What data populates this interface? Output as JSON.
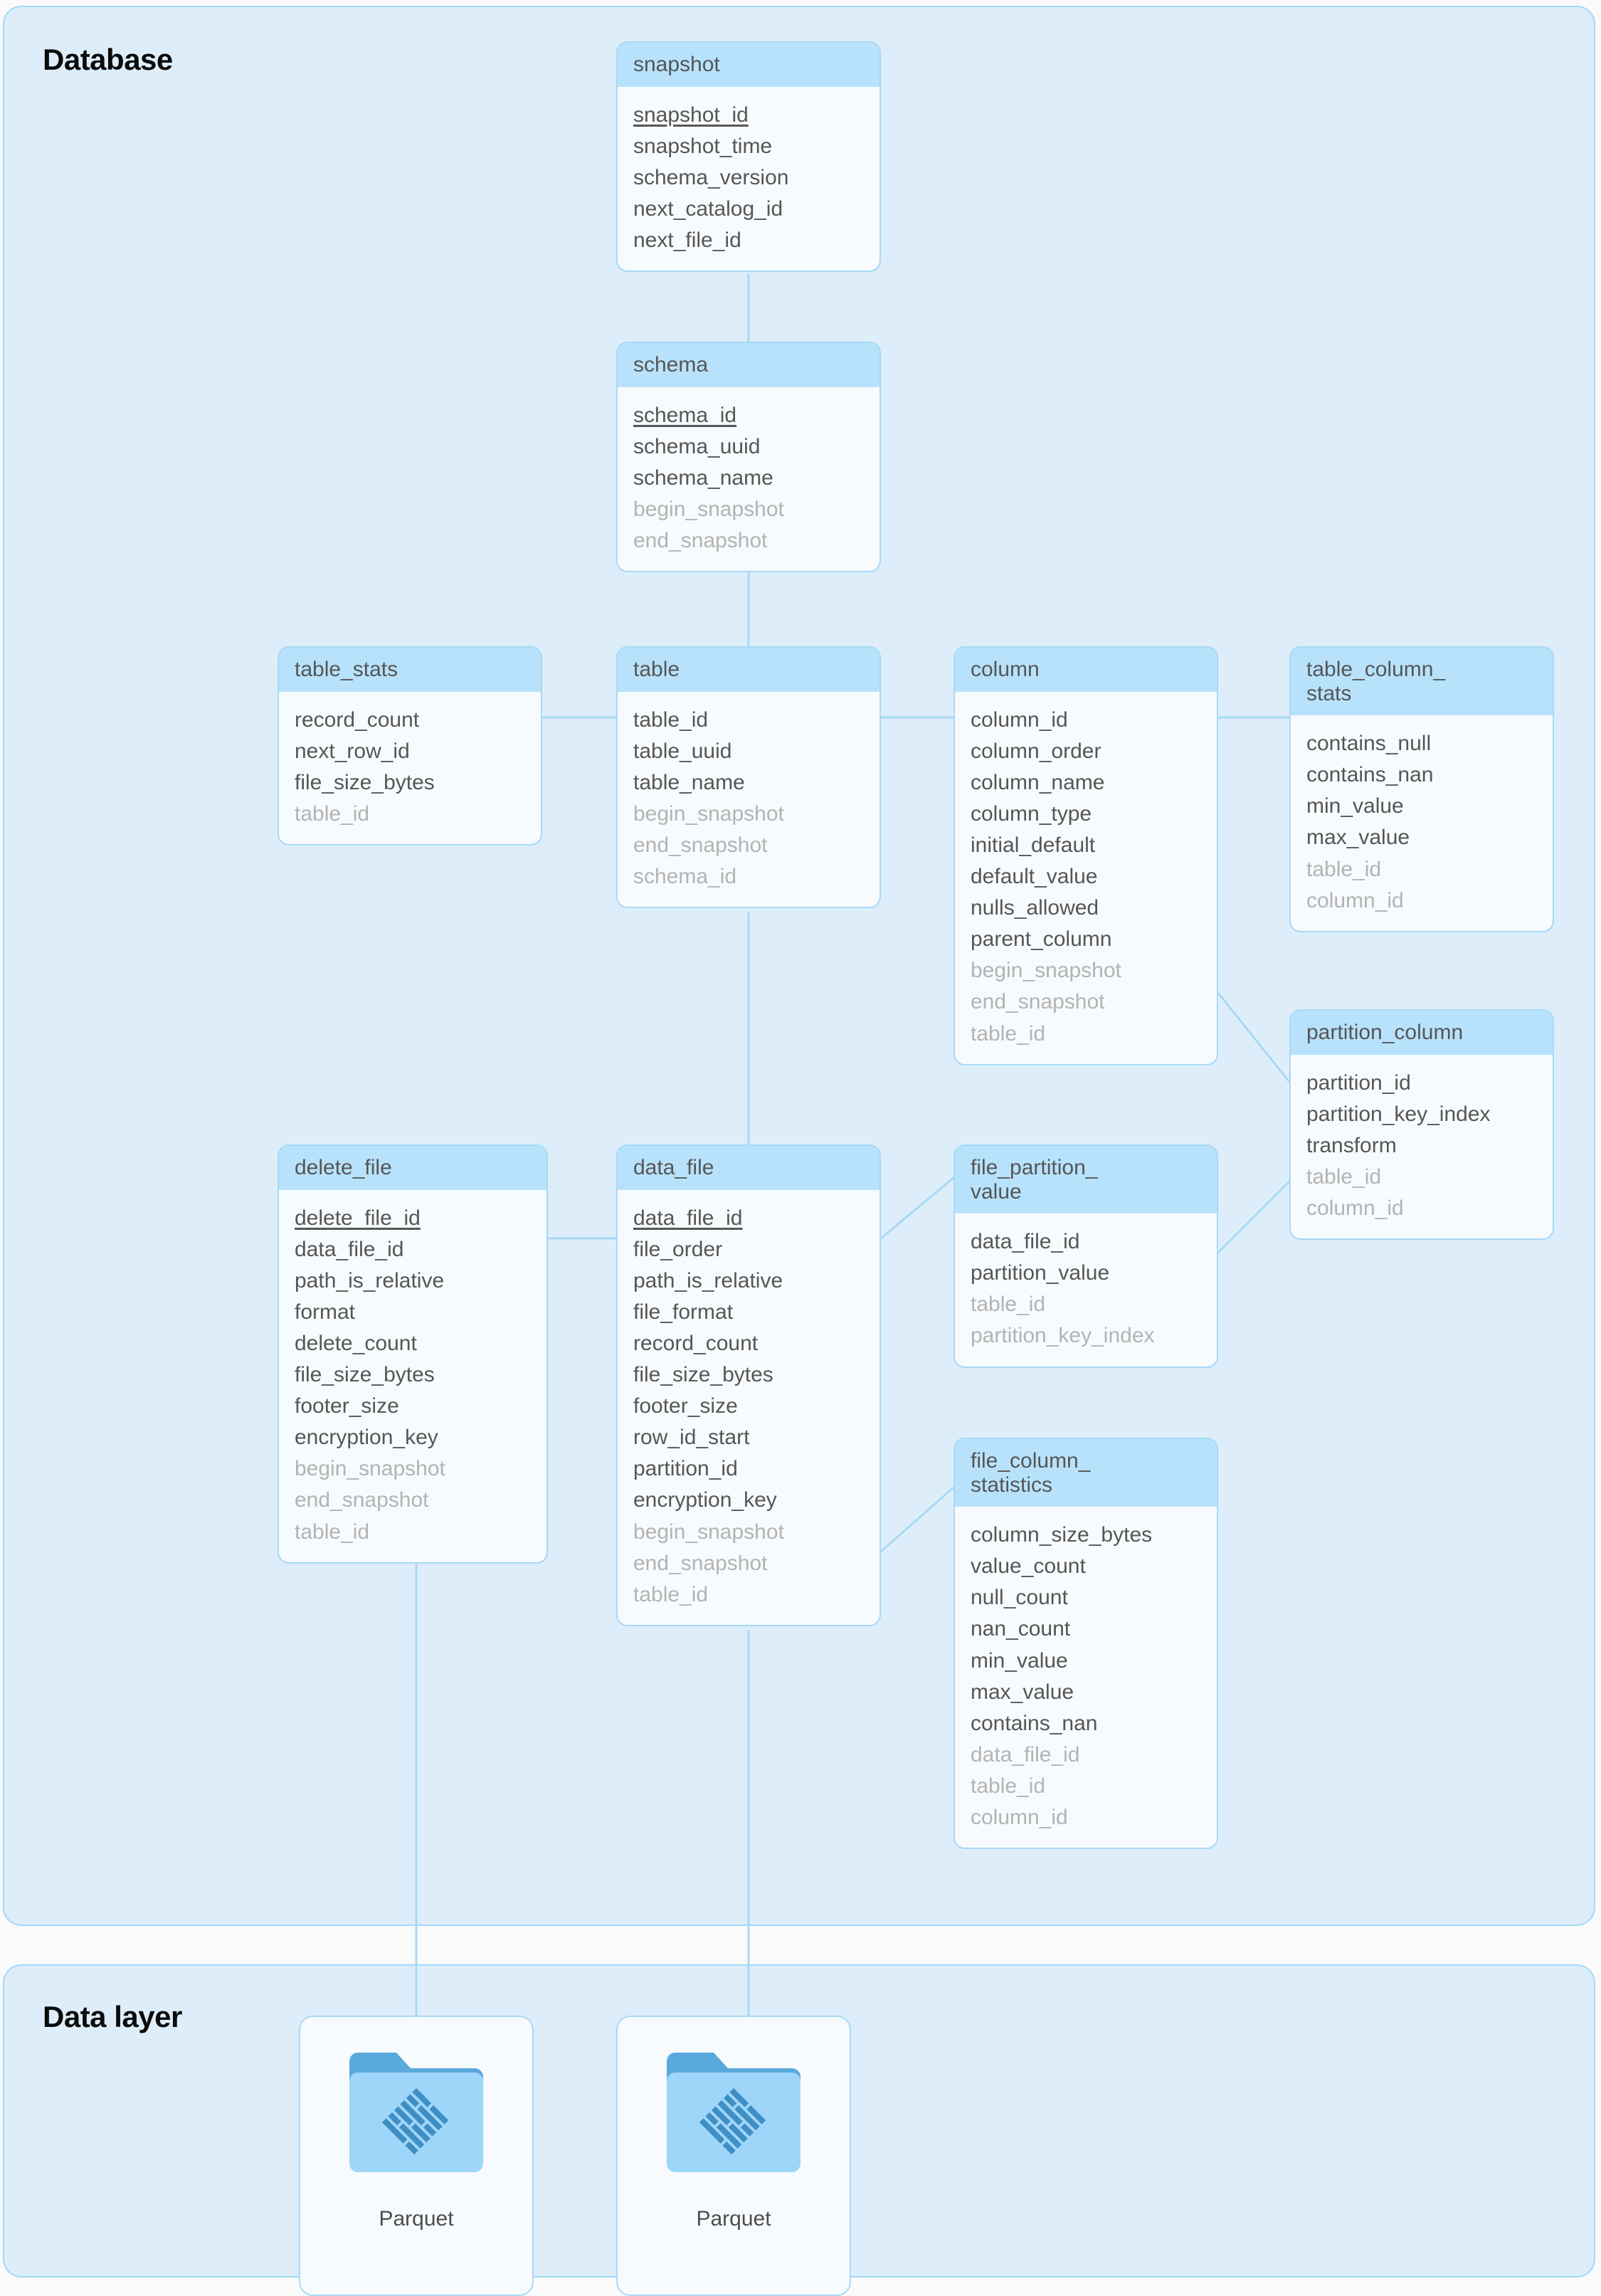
{
  "sections": {
    "database": {
      "title": "Database"
    },
    "data_layer": {
      "title": "Data layer"
    }
  },
  "colors": {
    "page_background": "#fafafa",
    "section_fill": "#ddeefa",
    "section_border": "#a3d8f7",
    "entity_header": "#b8e2fb",
    "entity_body": "#f7fbfe",
    "entity_border": "#a7d9f5",
    "connector": "#a7d9f5",
    "field_text": "#565656",
    "foreign_key_text": "#b3b3b3",
    "folder_tab": "#5aa9dc",
    "folder_body": "#9ed6fa",
    "parquet_glyph": "#3f8fc4"
  },
  "entities": [
    {
      "id": "snapshot",
      "title": "snapshot",
      "fields": [
        {
          "name": "snapshot_id",
          "kind": "pk"
        },
        {
          "name": "snapshot_time",
          "kind": "attr"
        },
        {
          "name": "schema_version",
          "kind": "attr"
        },
        {
          "name": "next_catalog_id",
          "kind": "attr"
        },
        {
          "name": "next_file_id",
          "kind": "attr"
        }
      ]
    },
    {
      "id": "schema",
      "title": "schema",
      "fields": [
        {
          "name": "schema_id",
          "kind": "pk"
        },
        {
          "name": "schema_uuid",
          "kind": "attr"
        },
        {
          "name": "schema_name",
          "kind": "attr"
        },
        {
          "name": "begin_snapshot",
          "kind": "fk"
        },
        {
          "name": "end_snapshot",
          "kind": "fk"
        }
      ]
    },
    {
      "id": "table_stats",
      "title": "table_stats",
      "fields": [
        {
          "name": "record_count",
          "kind": "attr"
        },
        {
          "name": "next_row_id",
          "kind": "attr"
        },
        {
          "name": "file_size_bytes",
          "kind": "attr"
        },
        {
          "name": "table_id",
          "kind": "fk"
        }
      ]
    },
    {
      "id": "table",
      "title": "table",
      "fields": [
        {
          "name": "table_id",
          "kind": "attr"
        },
        {
          "name": "table_uuid",
          "kind": "attr"
        },
        {
          "name": "table_name",
          "kind": "attr"
        },
        {
          "name": "begin_snapshot",
          "kind": "fk"
        },
        {
          "name": "end_snapshot",
          "kind": "fk"
        },
        {
          "name": "schema_id",
          "kind": "fk"
        }
      ]
    },
    {
      "id": "column",
      "title": "column",
      "fields": [
        {
          "name": "column_id",
          "kind": "attr"
        },
        {
          "name": "column_order",
          "kind": "attr"
        },
        {
          "name": "column_name",
          "kind": "attr"
        },
        {
          "name": "column_type",
          "kind": "attr"
        },
        {
          "name": "initial_default",
          "kind": "attr"
        },
        {
          "name": "default_value",
          "kind": "attr"
        },
        {
          "name": "nulls_allowed",
          "kind": "attr"
        },
        {
          "name": "parent_column",
          "kind": "attr"
        },
        {
          "name": "begin_snapshot",
          "kind": "fk"
        },
        {
          "name": "end_snapshot",
          "kind": "fk"
        },
        {
          "name": "table_id",
          "kind": "fk"
        }
      ]
    },
    {
      "id": "table_column_stats",
      "title": "table_column_\nstats",
      "fields": [
        {
          "name": "contains_null",
          "kind": "attr"
        },
        {
          "name": "contains_nan",
          "kind": "attr"
        },
        {
          "name": "min_value",
          "kind": "attr"
        },
        {
          "name": "max_value",
          "kind": "attr"
        },
        {
          "name": "table_id",
          "kind": "fk"
        },
        {
          "name": "column_id",
          "kind": "fk"
        }
      ]
    },
    {
      "id": "partition_column",
      "title": "partition_column",
      "fields": [
        {
          "name": "partition_id",
          "kind": "attr"
        },
        {
          "name": "partition_key_index",
          "kind": "attr"
        },
        {
          "name": "transform",
          "kind": "attr"
        },
        {
          "name": "table_id",
          "kind": "fk"
        },
        {
          "name": "column_id",
          "kind": "fk"
        }
      ]
    },
    {
      "id": "delete_file",
      "title": "delete_file",
      "fields": [
        {
          "name": "delete_file_id",
          "kind": "pk"
        },
        {
          "name": "data_file_id",
          "kind": "attr"
        },
        {
          "name": "path_is_relative",
          "kind": "attr"
        },
        {
          "name": "format",
          "kind": "attr"
        },
        {
          "name": "delete_count",
          "kind": "attr"
        },
        {
          "name": "file_size_bytes",
          "kind": "attr"
        },
        {
          "name": "footer_size",
          "kind": "attr"
        },
        {
          "name": "encryption_key",
          "kind": "attr"
        },
        {
          "name": "begin_snapshot",
          "kind": "fk"
        },
        {
          "name": "end_snapshot",
          "kind": "fk"
        },
        {
          "name": "table_id",
          "kind": "fk"
        }
      ]
    },
    {
      "id": "data_file",
      "title": "data_file",
      "fields": [
        {
          "name": "data_file_id",
          "kind": "pk"
        },
        {
          "name": "file_order",
          "kind": "attr"
        },
        {
          "name": "path_is_relative",
          "kind": "attr"
        },
        {
          "name": "file_format",
          "kind": "attr"
        },
        {
          "name": "record_count",
          "kind": "attr"
        },
        {
          "name": "file_size_bytes",
          "kind": "attr"
        },
        {
          "name": "footer_size",
          "kind": "attr"
        },
        {
          "name": "row_id_start",
          "kind": "attr"
        },
        {
          "name": "partition_id",
          "kind": "attr"
        },
        {
          "name": "encryption_key",
          "kind": "attr"
        },
        {
          "name": "begin_snapshot",
          "kind": "fk"
        },
        {
          "name": "end_snapshot",
          "kind": "fk"
        },
        {
          "name": "table_id",
          "kind": "fk"
        }
      ]
    },
    {
      "id": "file_partition_value",
      "title": "file_partition_\nvalue",
      "fields": [
        {
          "name": "data_file_id",
          "kind": "attr"
        },
        {
          "name": "partition_value",
          "kind": "attr"
        },
        {
          "name": "table_id",
          "kind": "fk"
        },
        {
          "name": "partition_key_index",
          "kind": "fk"
        }
      ]
    },
    {
      "id": "file_column_statistics",
      "title": "file_column_\nstatistics",
      "fields": [
        {
          "name": "column_size_bytes",
          "kind": "attr"
        },
        {
          "name": "value_count",
          "kind": "attr"
        },
        {
          "name": "null_count",
          "kind": "attr"
        },
        {
          "name": "nan_count",
          "kind": "attr"
        },
        {
          "name": "min_value",
          "kind": "attr"
        },
        {
          "name": "max_value",
          "kind": "attr"
        },
        {
          "name": "contains_nan",
          "kind": "attr"
        },
        {
          "name": "data_file_id",
          "kind": "fk"
        },
        {
          "name": "table_id",
          "kind": "fk"
        },
        {
          "name": "column_id",
          "kind": "fk"
        }
      ]
    }
  ],
  "data_files": [
    {
      "id": "parquet-1",
      "label": "Parquet",
      "icon": "folder-parquet-icon"
    },
    {
      "id": "parquet-2",
      "label": "Parquet",
      "icon": "folder-parquet-icon"
    }
  ]
}
